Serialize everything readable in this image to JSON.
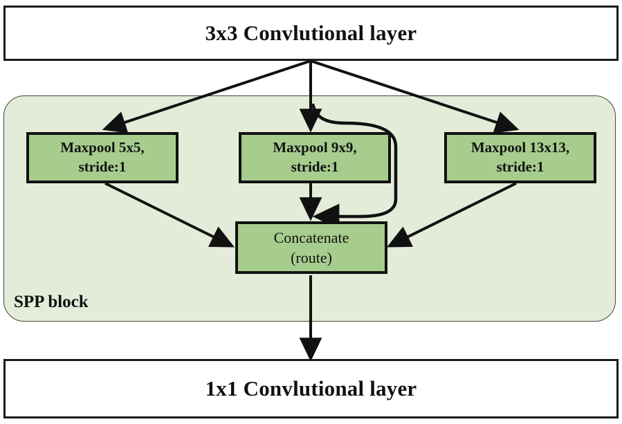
{
  "diagram": {
    "title_top": "3x3 Convlutional layer",
    "title_bottom": "1x1 Convlutional layer",
    "group_label": "SPP block",
    "colors": {
      "group_fill": "#e2ecd9",
      "group_border": "#3f4a37",
      "node_fill": "#a6cd8e",
      "node_border": "#111111",
      "arrow": "#111111",
      "page_background": "#ffffff"
    },
    "nodes": {
      "conv_top": {
        "label": "3x3 Convlutional layer"
      },
      "maxpool_5": {
        "line1": "Maxpool 5x5,",
        "line2": "stride:1"
      },
      "maxpool_9": {
        "line1": "Maxpool 9x9,",
        "line2": "stride:1"
      },
      "maxpool_13": {
        "line1": "Maxpool 13x13,",
        "line2": "stride:1"
      },
      "concatenate": {
        "line1": "Concatenate",
        "line2": "(route)"
      },
      "conv_bottom": {
        "label": "1x1 Convlutional layer"
      }
    },
    "edges": [
      {
        "from": "conv_top",
        "to": "maxpool_5",
        "style": "straight-arrow"
      },
      {
        "from": "conv_top",
        "to": "maxpool_9",
        "style": "straight-arrow"
      },
      {
        "from": "conv_top",
        "to": "maxpool_13",
        "style": "straight-arrow"
      },
      {
        "from": "conv_top",
        "to": "concatenate",
        "style": "curved-bypass-arrow"
      },
      {
        "from": "maxpool_5",
        "to": "concatenate",
        "style": "straight-arrow"
      },
      {
        "from": "maxpool_9",
        "to": "concatenate",
        "style": "straight-arrow"
      },
      {
        "from": "maxpool_13",
        "to": "concatenate",
        "style": "straight-arrow"
      },
      {
        "from": "concatenate",
        "to": "conv_bottom",
        "style": "straight-arrow"
      }
    ]
  }
}
